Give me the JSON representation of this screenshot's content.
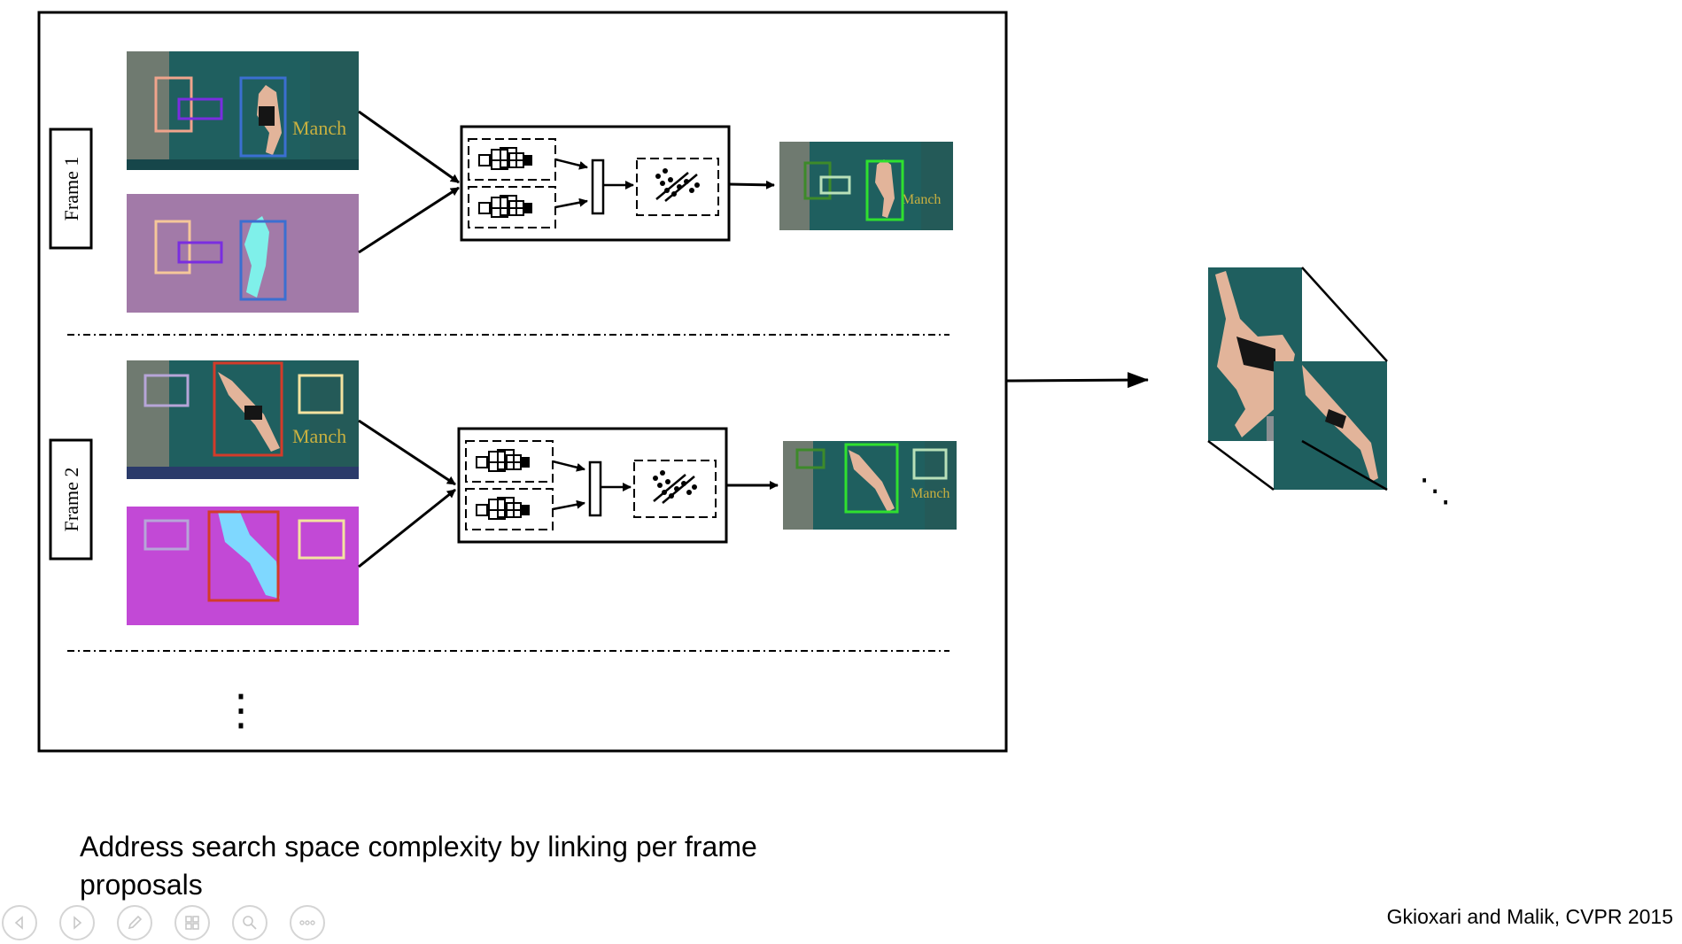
{
  "figure": {
    "frame_labels": [
      "Frame 1",
      "Frame 2"
    ],
    "continuation_vertical": "⋮",
    "continuation_diagonal": "⋱",
    "colors": {
      "scene_teal": "#1f5f5f",
      "scene_wall": "#6f7a70",
      "flow_frame1": "#a27aa8",
      "flow_frame2": "#c249d6",
      "box_salmon": "#f0a48c",
      "box_purple": "#7a2de0",
      "box_blue": "#3b6fd1",
      "box_peach": "#f5c79a",
      "box_lavender": "#b7a5d8",
      "box_red": "#d33b2a",
      "box_yellow": "#f4e3a0",
      "box_green": "#2fe02f",
      "box_dark_green": "#3d8a2a",
      "box_pale_green": "#b9e0b9"
    }
  },
  "caption": {
    "line1": "Address search space complexity by linking per frame",
    "line2": "proposals"
  },
  "citation": "Gkioxari and Malik, CVPR 2015",
  "toolbar": {
    "buttons": [
      "previous-slide",
      "next-slide",
      "pen",
      "slides-overview",
      "zoom",
      "more-options"
    ]
  }
}
